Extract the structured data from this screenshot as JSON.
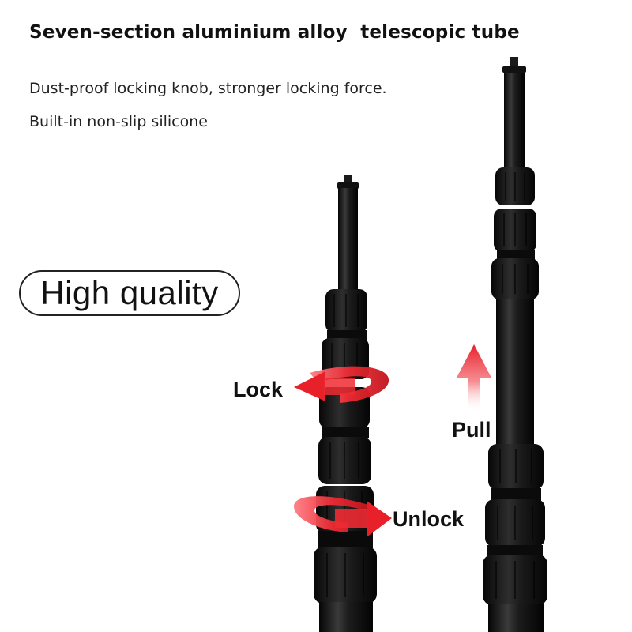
{
  "heading": {
    "title": "Seven-section aluminium alloy  telescopic tube",
    "line1": "Dust-proof locking knob, stronger locking force.",
    "line2": "Built-in non-slip silicone"
  },
  "badge": {
    "text": "High quality"
  },
  "labels": {
    "lock": "Lock",
    "unlock": "Unlock",
    "pull": "Pull"
  },
  "colors": {
    "arrow_red": "#e8202a",
    "pole_black": "#0d0d0d",
    "background": "#ffffff"
  },
  "icons": {
    "lock_arrow": "curved-arrow-left-icon",
    "unlock_arrow": "curved-arrow-right-icon",
    "pull_arrow": "arrow-up-icon"
  }
}
